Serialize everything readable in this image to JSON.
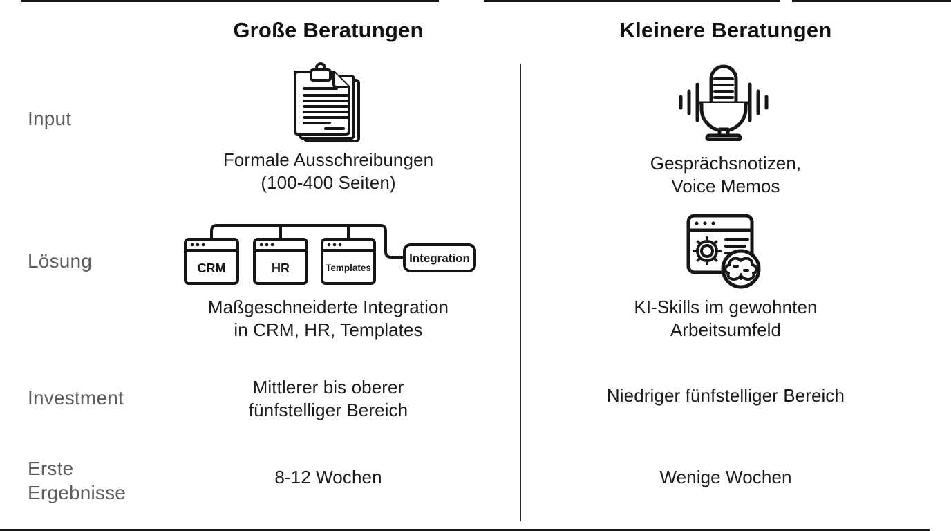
{
  "headers": {
    "left": "Große Beratungen",
    "right": "Kleinere Beratungen"
  },
  "row_labels": {
    "input": "Input",
    "solution": "Lösung",
    "investment": "Investment",
    "first_results": "Erste Ergebnisse"
  },
  "input": {
    "left": {
      "icon": "clipboard-documents-icon",
      "lines": [
        "Formale Ausschreibungen",
        "(100-400 Seiten)"
      ]
    },
    "right": {
      "icon": "microphone-icon",
      "lines": [
        "Gesprächsnotizen,",
        "Voice Memos"
      ]
    }
  },
  "solution": {
    "left": {
      "icon": "systems-integration-diagram",
      "diagram_boxes": [
        "CRM",
        "HR",
        "Templates",
        "Integration"
      ],
      "lines": [
        "Maßgeschneiderte Integration",
        "in CRM, HR, Templates"
      ]
    },
    "right": {
      "icon": "browser-gear-brain-icon",
      "lines": [
        "KI-Skills im gewohnten",
        "Arbeitsumfeld"
      ]
    }
  },
  "investment": {
    "left": {
      "lines": [
        "Mittlerer bis oberer",
        "fünfstelliger Bereich"
      ]
    },
    "right": {
      "lines": [
        "Niedriger fünfstelliger Bereich"
      ]
    }
  },
  "first_results": {
    "left": {
      "lines": [
        "8-12 Wochen"
      ]
    },
    "right": {
      "lines": [
        "Wenige Wochen"
      ]
    }
  },
  "colors": {
    "background": "#ffffff",
    "text": "#1b1b1b",
    "label": "#5d5d5d",
    "divider": "#2e2e2e",
    "edge_bar": "#161616",
    "icon_stroke": "#161616"
  }
}
